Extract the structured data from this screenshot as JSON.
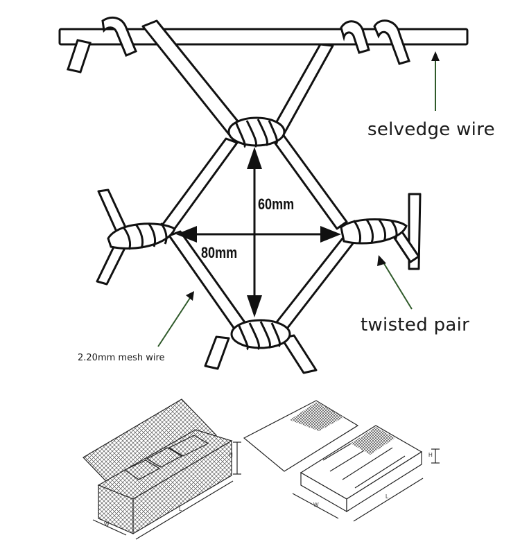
{
  "labels": {
    "selvedge": "selvedge wire",
    "twisted": "twisted pair",
    "mesh": "2.20mm mesh wire"
  },
  "dimensions": {
    "height": "60mm",
    "width": "80mm"
  },
  "box_dims": {
    "w": "W",
    "l": "L",
    "h": "H"
  },
  "colors": {
    "wire": "#111111",
    "arrow_green": "#2f5a2a",
    "mesh": "#555555"
  }
}
